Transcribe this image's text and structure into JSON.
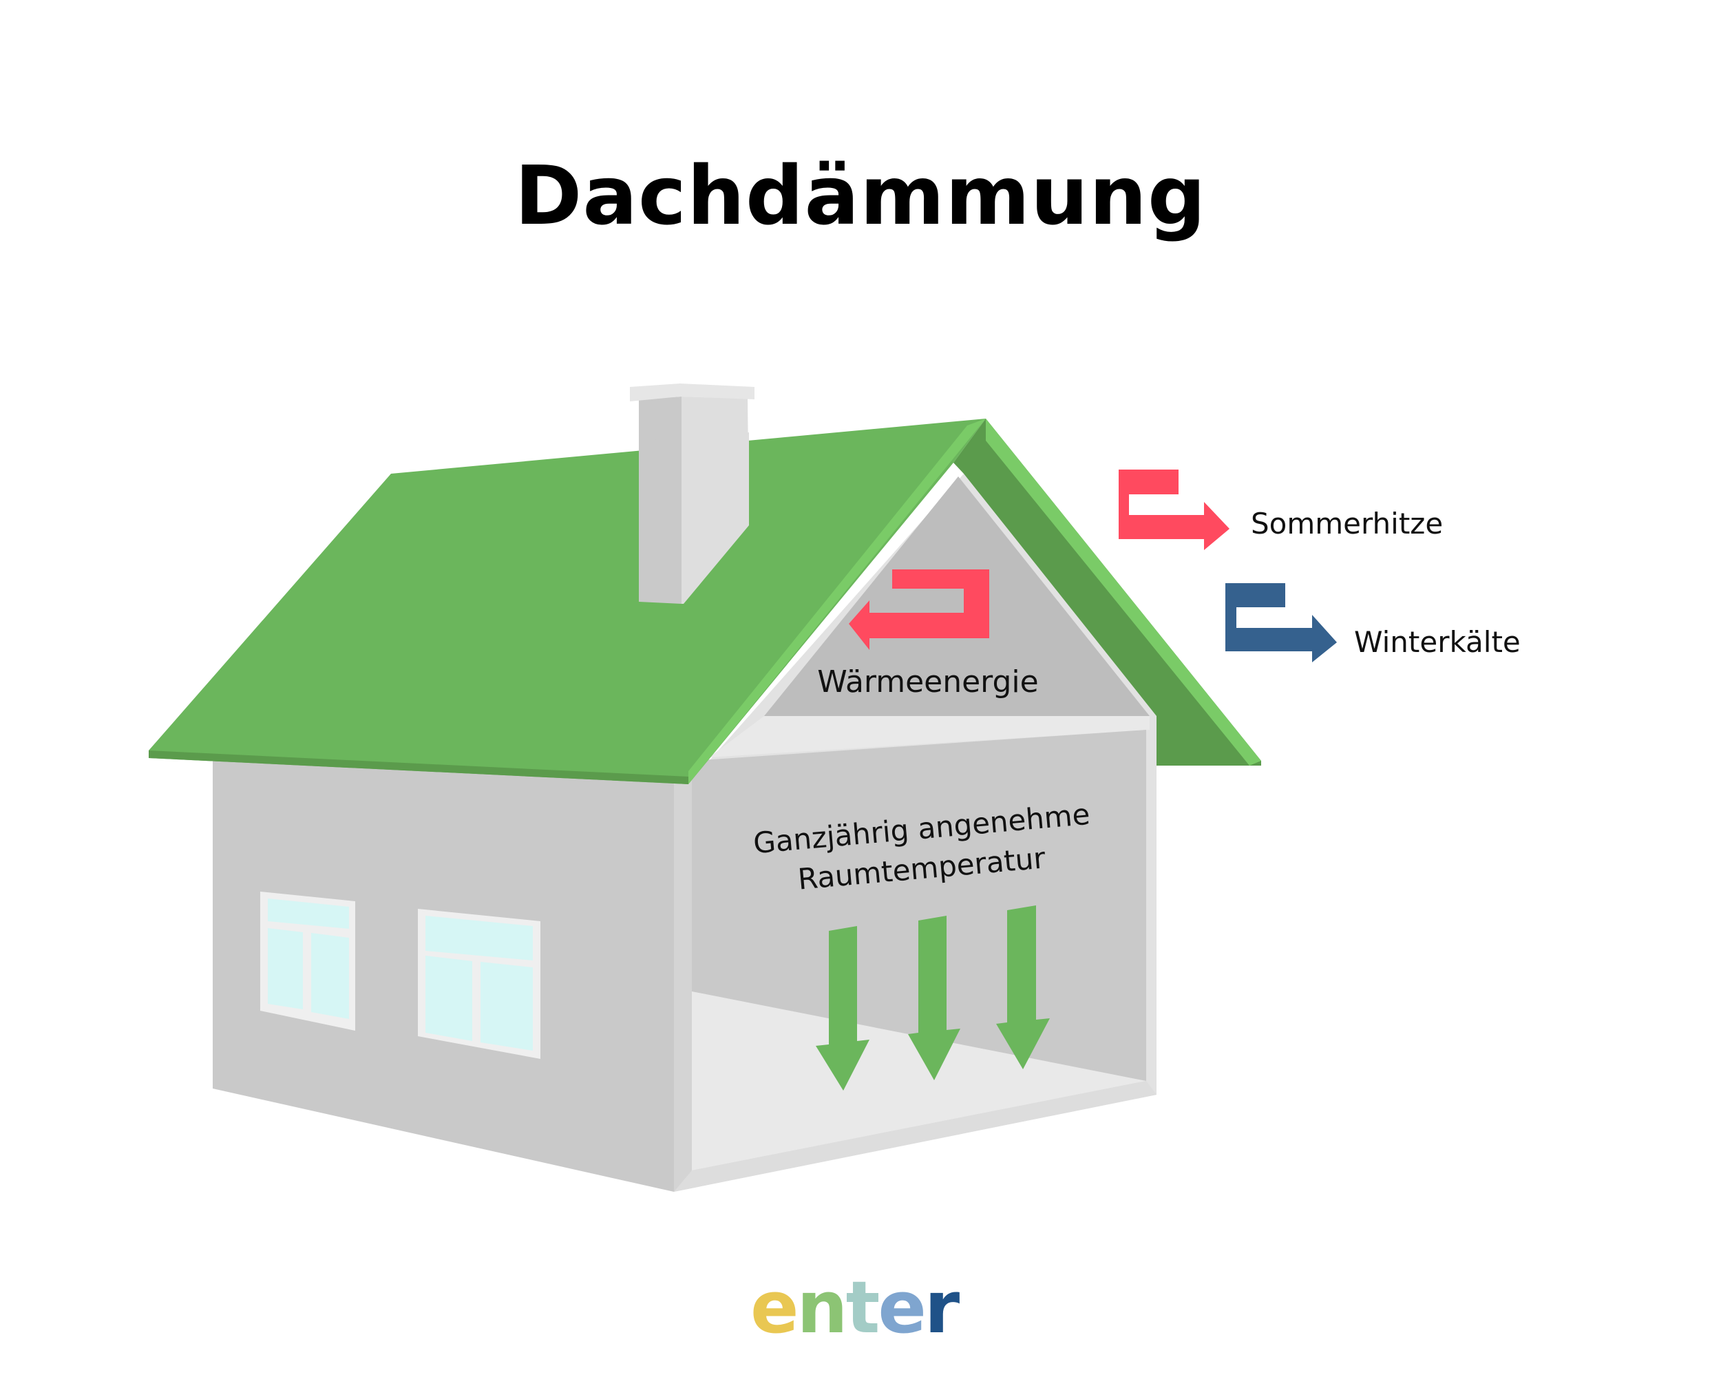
{
  "title": "Dachdämmung",
  "labels": {
    "attic": "Wärmeenergie",
    "room_line1": "Ganzjährig angenehme",
    "room_line2": "Raumtemperatur"
  },
  "legend": [
    {
      "label": "Sommerhitze",
      "color": "#FF4A5F",
      "icon": "bent-arrow-right-icon"
    },
    {
      "label": "Winterkälte",
      "color": "#35618E",
      "icon": "bent-arrow-right-icon"
    }
  ],
  "logo": {
    "text": "enter",
    "letters": [
      "e",
      "n",
      "t",
      "e",
      "r"
    ],
    "colors": [
      "#F2C94C",
      "#8CC474",
      "#A3CCC6",
      "#8AAFD6",
      "#1F5288"
    ]
  },
  "colors": {
    "roof": "#6BB65C",
    "roof_dark": "#5B9B4C",
    "roof_edge": "#7ACB67",
    "wall": "#C9C9C9",
    "attic": "#BDBDBD",
    "floor": "#E9E9E9",
    "window_glass": "#D6F6F5",
    "heat_arrow": "#FF4A5F",
    "cold_arrow": "#35618E",
    "comfort_arrow": "#6BB65C"
  }
}
